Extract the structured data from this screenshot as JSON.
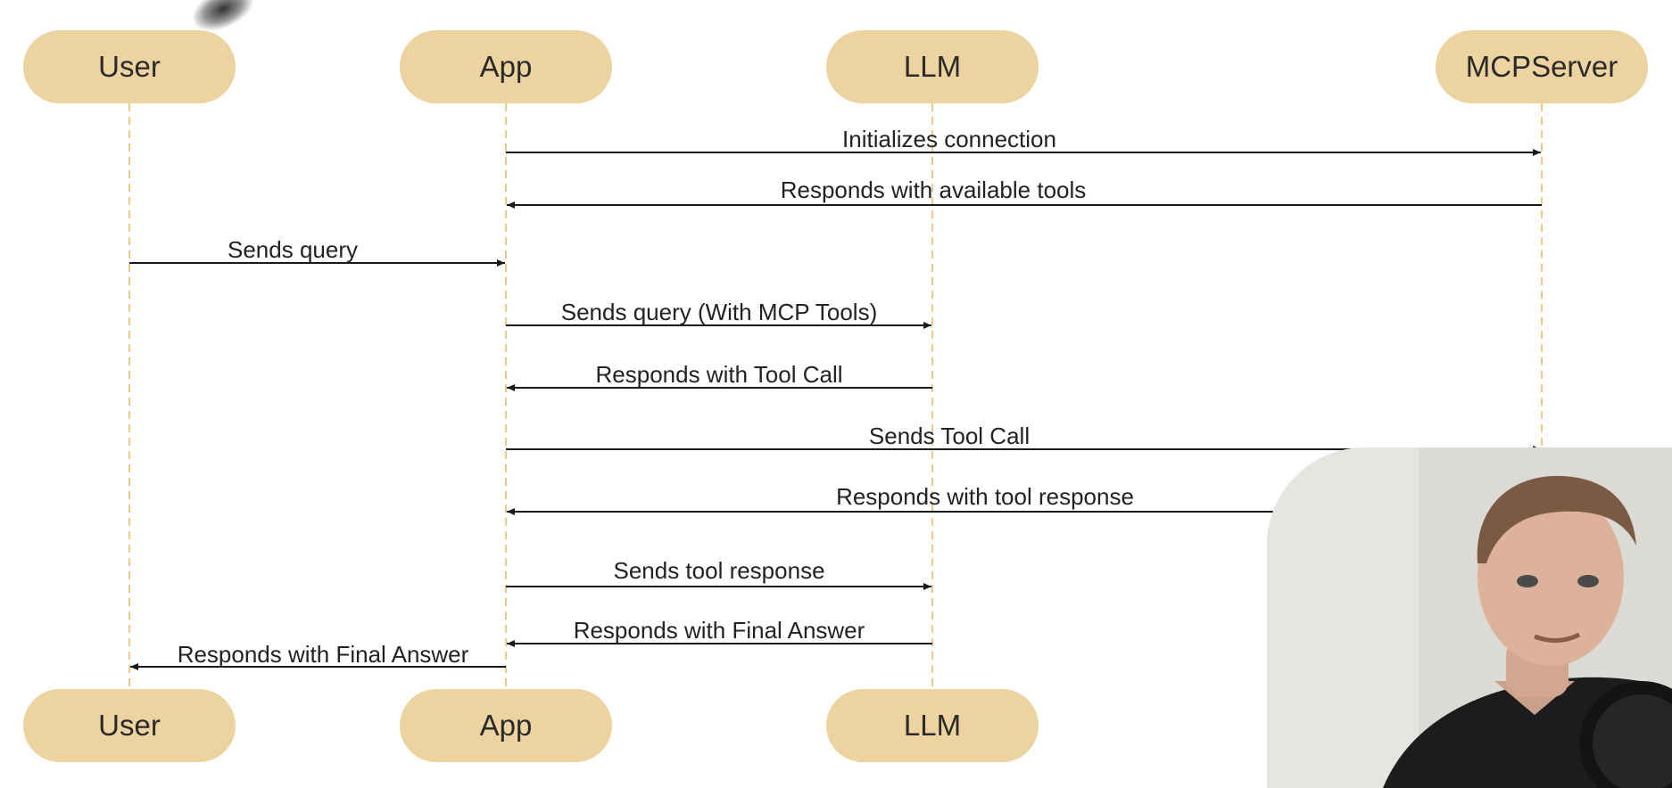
{
  "actors_top": [
    "User",
    "App",
    "LLM",
    "MCPServer"
  ],
  "actors_bottom": [
    "User",
    "App",
    "LLM"
  ],
  "messages": [
    {
      "from": "App",
      "to": "MCPServer",
      "label": "Initializes connection"
    },
    {
      "from": "MCPServer",
      "to": "App",
      "label": "Responds with available tools"
    },
    {
      "from": "User",
      "to": "App",
      "label": "Sends query"
    },
    {
      "from": "App",
      "to": "LLM",
      "label": "Sends query (With MCP Tools)"
    },
    {
      "from": "LLM",
      "to": "App",
      "label": "Responds with Tool Call"
    },
    {
      "from": "App",
      "to": "MCPServer",
      "label": "Sends Tool Call"
    },
    {
      "from": "MCPServer",
      "to": "App",
      "label": "Responds with tool response"
    },
    {
      "from": "App",
      "to": "LLM",
      "label": "Sends tool response"
    },
    {
      "from": "LLM",
      "to": "App",
      "label": "Responds with Final Answer"
    },
    {
      "from": "App",
      "to": "User",
      "label": "Responds with Final Answer"
    }
  ],
  "colors": {
    "actor_fill": "#ecd39f",
    "lifeline": "#efc98a",
    "arrow": "#1a1a1a",
    "background": "#ffffff"
  }
}
